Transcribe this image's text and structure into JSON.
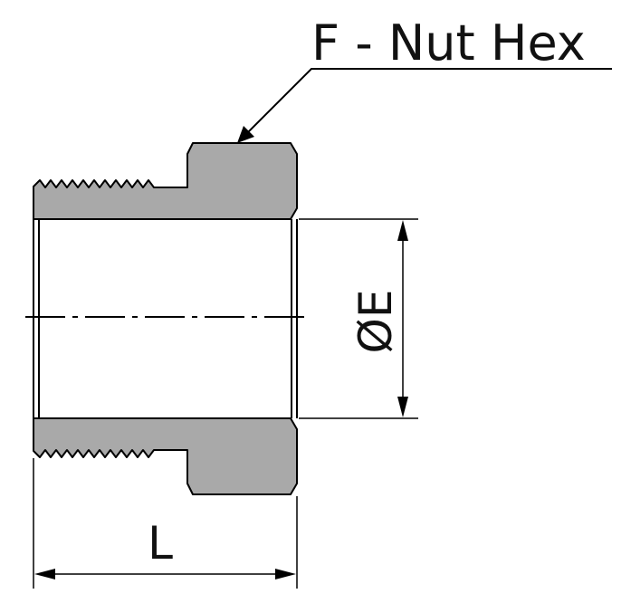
{
  "labels": {
    "nut_hex": "F - Nut Hex",
    "diameter": "ØE",
    "length": "L"
  },
  "colors": {
    "body_fill": "#a9a9a9",
    "line": "#000000",
    "background": "#ffffff"
  }
}
